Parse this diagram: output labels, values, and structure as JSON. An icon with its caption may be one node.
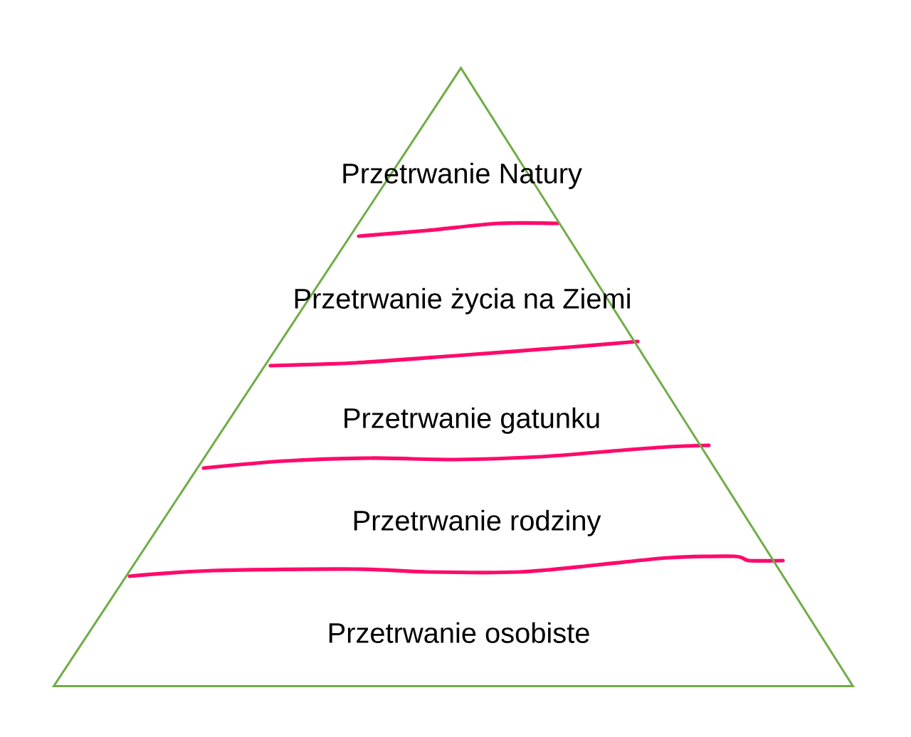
{
  "diagram": {
    "nodes": [
      {
        "text": [],
        "shape": "triangle"
      },
      {
        "text": [
          "Przetrwanie Natury"
        ],
        "in": 0
      },
      {
        "text": [
          "Przetrwanie życia na Ziemi"
        ],
        "in": 0
      },
      {
        "text": [
          "Przetrwanie gatunku"
        ],
        "in": 0
      },
      {
        "text": [
          "Przetrwanie rodziny"
        ],
        "in": 0
      },
      {
        "text": [
          "Przetrwanie osobiste"
        ],
        "in": 0
      }
    ]
  }
}
